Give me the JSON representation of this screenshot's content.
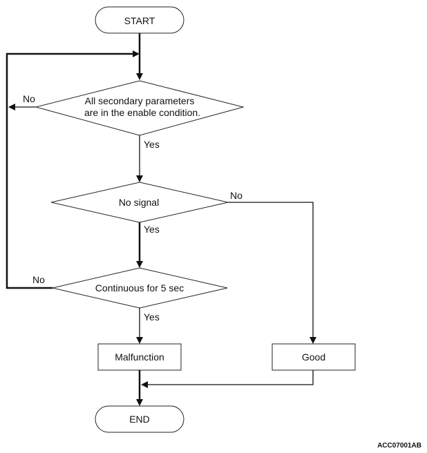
{
  "nodes": {
    "start": "START",
    "decision1_line1": "All secondary parameters",
    "decision1_line2": "are in the enable condition.",
    "decision2": "No signal",
    "decision3": "Continuous for 5 sec",
    "malfunction": "Malfunction",
    "good": "Good",
    "end": "END"
  },
  "edges": {
    "d1_yes": "Yes",
    "d1_no": "No",
    "d2_yes": "Yes",
    "d2_no": "No",
    "d3_yes": "Yes",
    "d3_no": "No"
  },
  "figure_code": "ACC07001AB"
}
